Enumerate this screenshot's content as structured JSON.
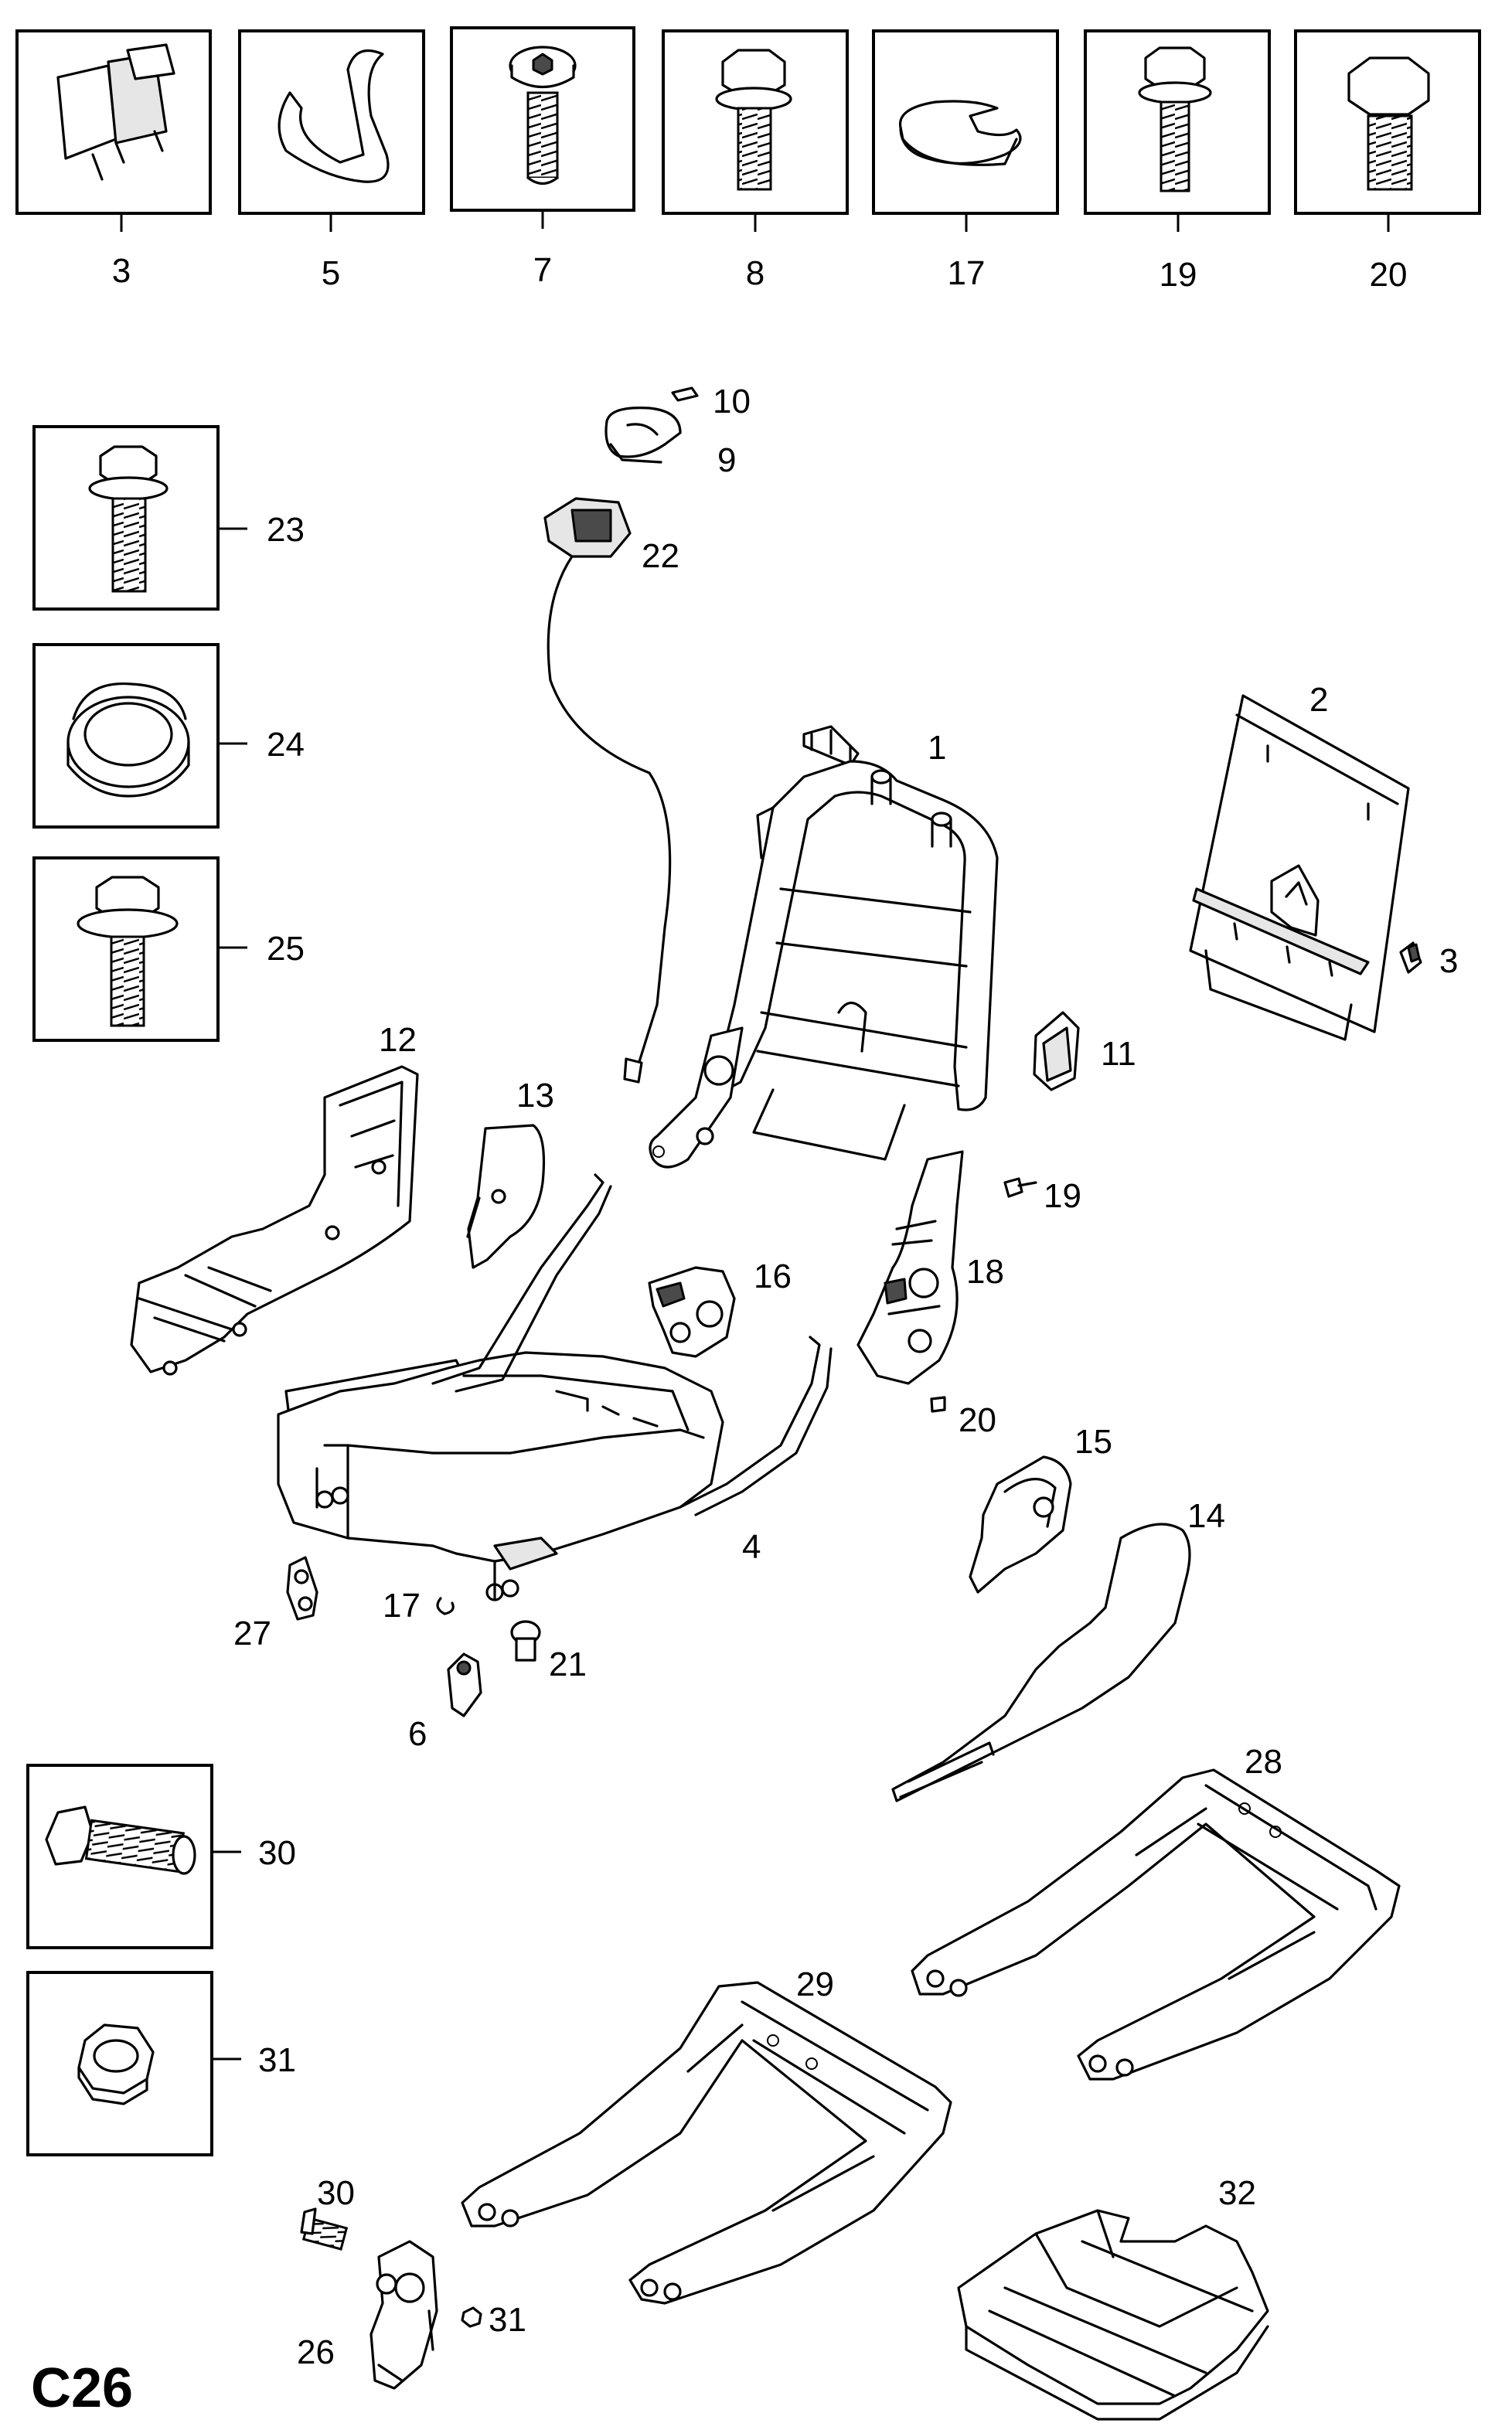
{
  "diagram_code": "C26",
  "top_row_labels": [
    "3",
    "5",
    "7",
    "8",
    "17",
    "19",
    "20"
  ],
  "left_column_labels": [
    "23",
    "24",
    "25",
    "30",
    "31"
  ],
  "part_labels": {
    "p1": "1",
    "p2": "2",
    "p3": "3",
    "p4": "4",
    "p6": "6",
    "p9": "9",
    "p10": "10",
    "p11": "11",
    "p12": "12",
    "p13": "13",
    "p14": "14",
    "p15": "15",
    "p16": "16",
    "p17": "17",
    "p18": "18",
    "p19": "19",
    "p20": "20",
    "p21": "21",
    "p22": "22",
    "p26": "26",
    "p27": "27",
    "p28": "28",
    "p29": "29",
    "p30": "30",
    "p31": "31",
    "p32": "32"
  }
}
